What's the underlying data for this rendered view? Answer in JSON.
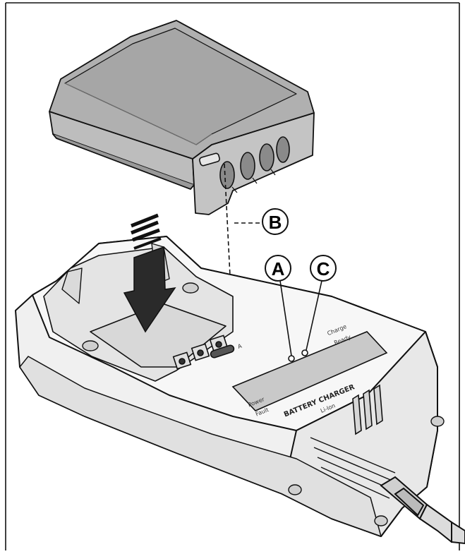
{
  "callouts": {
    "a": "A",
    "b": "B",
    "c": "C"
  },
  "charger_panel": {
    "power": "Power",
    "fault": "Fault",
    "charge": "Charge",
    "ready": "Ready",
    "title": "BATTERY CHARGER",
    "subtitle": "Li-Ion"
  },
  "slot_marker": "A",
  "colors": {
    "line": "#111111",
    "body_light": "#f2f2f2",
    "body_mid": "#dcdcdc",
    "body_dark": "#9a9a9a",
    "battery": "#c8c8c8",
    "battery_top": "#b3b3b3",
    "panel": "#c9c9c9",
    "arrow": "#2a2a2a"
  }
}
